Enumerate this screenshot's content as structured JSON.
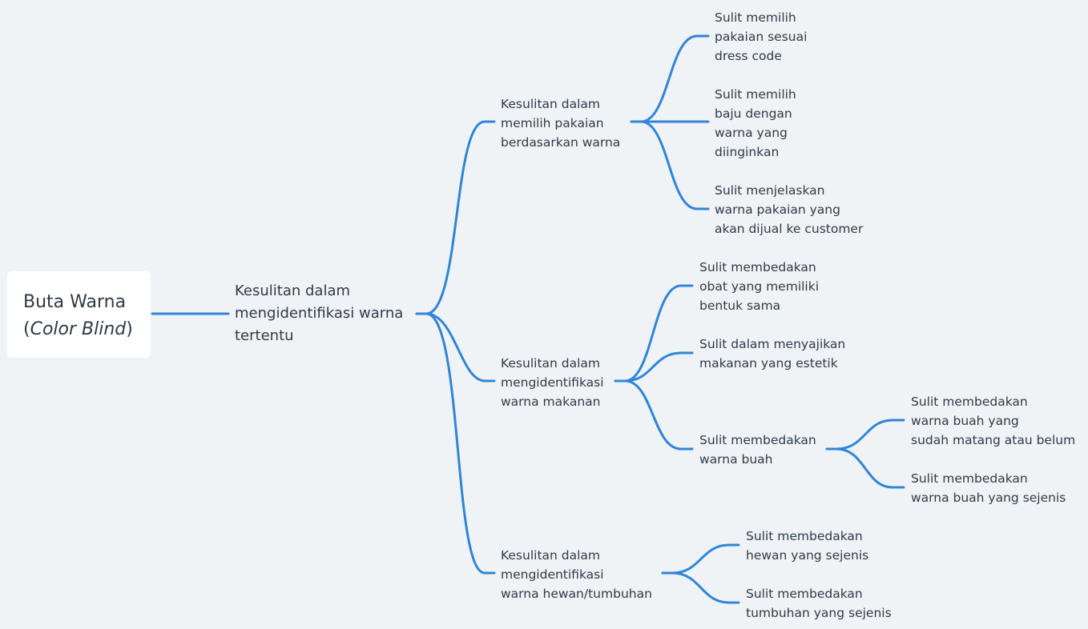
{
  "root": {
    "title": "Buta Warna",
    "subtitle_open": "(",
    "subtitle_italic": "Color Blind",
    "subtitle_close": ")"
  },
  "main_topic": {
    "lines": [
      "Kesulitan dalam",
      "mengidentifikasi warna",
      "tertentu"
    ]
  },
  "clothing": {
    "lines": [
      "Kesulitan dalam",
      "memilih pakaian",
      "berdasarkan warna"
    ],
    "children": [
      {
        "lines": [
          "Sulit memilih",
          "pakaian sesuai",
          "dress code"
        ]
      },
      {
        "lines": [
          "Sulit memilih",
          "baju dengan",
          "warna yang",
          "diinginkan"
        ]
      },
      {
        "lines": [
          "Sulit menjelaskan",
          "warna pakaian yang",
          "akan dijual ke customer"
        ]
      }
    ]
  },
  "food": {
    "lines": [
      "Kesulitan dalam",
      "mengidentifikasi",
      "warna makanan"
    ],
    "children": [
      {
        "lines": [
          "Sulit membedakan",
          "obat yang memiliki",
          "bentuk sama"
        ]
      },
      {
        "lines": [
          "Sulit dalam menyajikan",
          "makanan yang estetik"
        ]
      },
      {
        "lines": [
          "Sulit membedakan",
          "warna buah"
        ],
        "children": [
          {
            "lines": [
              "Sulit membedakan",
              "warna buah yang",
              "sudah matang atau belum"
            ]
          },
          {
            "lines": [
              "Sulit membedakan",
              "warna buah yang sejenis"
            ]
          }
        ]
      }
    ]
  },
  "fauna_flora": {
    "lines": [
      "Kesulitan dalam",
      "mengidentifikasi",
      "warna hewan/tumbuhan"
    ],
    "children": [
      {
        "lines": [
          "Sulit membedakan",
          "hewan yang sejenis"
        ]
      },
      {
        "lines": [
          "Sulit membedakan",
          "tumbuhan yang sejenis"
        ]
      }
    ]
  }
}
